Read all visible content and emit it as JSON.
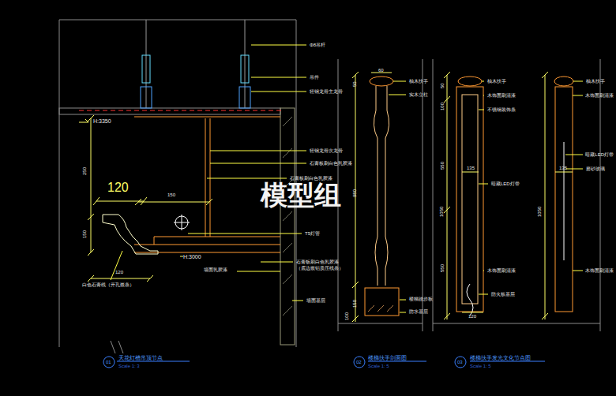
{
  "diagram": {
    "labels": [
      "Φ8吊杆",
      "吊件",
      "轻钢龙骨主龙骨",
      "轻钢龙骨次龙骨",
      "石膏板刷白色乳胶漆",
      "石膏板刷白色乳胶漆",
      "T5灯管",
      "石膏板刷白色乳胶漆",
      "（底边嵌铝质压线条）",
      "墙面乳胶漆",
      "墙面基层",
      "白色石膏线（开孔嵌条）",
      "H:3350",
      "H:3000",
      "120",
      "150",
      "250",
      "150",
      "120",
      "60",
      "50",
      "柚木扶手",
      "实木立柱",
      "980",
      "150",
      "100",
      "楼梯踏步板",
      "防水基层",
      "1050",
      "50",
      "100",
      "550",
      "550",
      "135",
      "120",
      "柚木扶手",
      "木饰面刷清漆",
      "不锈钢装饰条",
      "暗藏LED灯带",
      "木饰面刷清漆",
      "防火板基层",
      "1050",
      "135",
      "柚木扶手",
      "木饰面刷清漆",
      "暗藏LED灯带",
      "磨砂玻璃",
      "木饰面刷清漆",
      "01",
      "天花灯槽吊顶节点",
      "Scale 1: 3",
      "02",
      "楼梯扶手剖面图",
      "Scale 1: 5",
      "03",
      "楼梯扶手发光文化节点图",
      "Scale 1: 5",
      "模型组"
    ]
  }
}
